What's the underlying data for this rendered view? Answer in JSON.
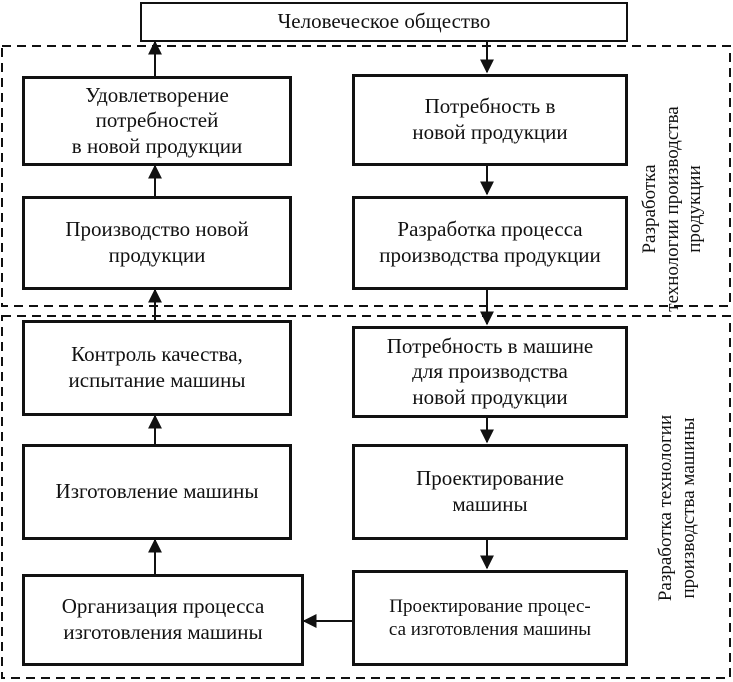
{
  "nodes": {
    "society": "Человеческое общество",
    "satisfaction": "Удовлетворение\nпотребностей\nв новой продукции",
    "need_product": "Потребность в\nновой продукции",
    "production": "Производство новой\nпродукции",
    "process_dev": "Разработка процесса\nпроизводства продукции",
    "quality": "Контроль качества,\nиспытание машины",
    "need_machine": "Потребность в машине\nдля производства\nновой продукции",
    "manufacturing": "Изготовление машины",
    "machine_design": "Проектирование\nмашины",
    "organization": "Организация процесса\nизготовления машины",
    "process_design": "Проектирование процес-\nса изготовления машины"
  },
  "groups": {
    "production_tech": "Разработка\nтехнологии производства\nпродукции",
    "machine_tech": "Разработка технологии\nпроизводства машины"
  }
}
